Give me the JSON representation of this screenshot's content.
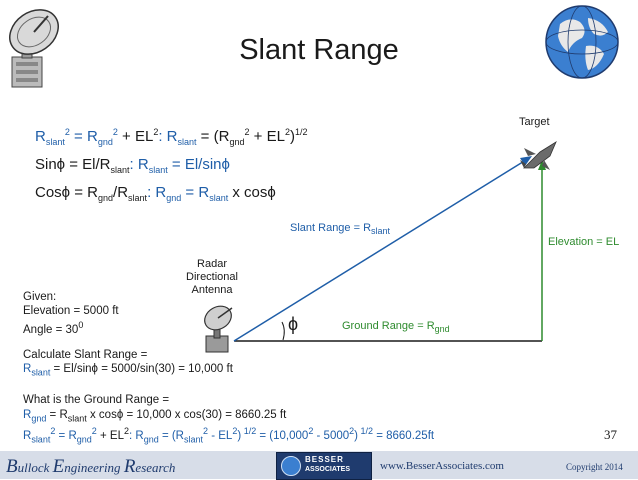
{
  "slide": {
    "title": "Slant Range",
    "page_number": "37"
  },
  "formulas": {
    "line1": {
      "a": "R",
      "a_sub": "slant",
      "a_sup": "2",
      "b": " = R",
      "b_sub": "gnd",
      "b_sup": "2",
      "c": " + EL",
      "c_sup": "2",
      "d": ":   R",
      "d_sub": "slant",
      "e": " = (R",
      "e_sub": "gnd",
      "e_sup": "2",
      "f": " + EL",
      "f_sup": "2",
      "g": ")",
      "g_sup": "1/2"
    },
    "line2": {
      "a": "Sinϕ = El/R",
      "a_sub": "slant",
      "b": ":   R",
      "b_sub": "slant",
      "c": " = El/sinϕ"
    },
    "line3": {
      "a": "Cosϕ = R",
      "a_sub": "gnd",
      "b": "/R",
      "b_sub": "slant",
      "c": ":   R",
      "c_sub": "gnd",
      "d": " = R",
      "d_sub": "slant",
      "e": " x cosϕ"
    }
  },
  "diagram": {
    "target_label": "Target",
    "slant_label": "Slant Range = R",
    "slant_label_sub": "slant",
    "elevation_label": "Elevation = EL",
    "ground_label": "Ground Range = R",
    "ground_label_sub": "gnd",
    "radar_label_1": "Radar",
    "radar_label_2": "Directional",
    "radar_label_3": "Antenna",
    "angle_symbol": "ϕ"
  },
  "notes": {
    "given": "Given:",
    "elevation": "Elevation = 5000 ft",
    "angle": "Angle = 30",
    "angle_sup": "0",
    "calc_slant": "Calculate Slant Range =",
    "slant_result_a": "R",
    "slant_result_sub": "slant",
    "slant_result_b": " = El/sinϕ = 5000/sin(30) = 10,000 ft",
    "ground_q": "What is the Ground Range =",
    "ground_result_a": "R",
    "ground_result_sub1": "gnd",
    "ground_result_b": " = R",
    "ground_result_sub2": "slant",
    "ground_result_c": " x cosϕ = 10,000 x cos(30) = 8660.25 ft",
    "last_a": "R",
    "last_sub1": "slant",
    "last_sup1": "2",
    "last_b": " = R",
    "last_sub2": "gnd",
    "last_sup2": "2",
    "last_c": " + EL",
    "last_sup3": "2",
    "last_d": ":   R",
    "last_sub3": "gnd",
    "last_e": " = (R",
    "last_sub4": "slant",
    "last_sup4": "2",
    "last_f": "  -  EL",
    "last_sup5": "2",
    "last_g": ")",
    "last_sup6": " 1/2",
    "last_h": " =  (10,000",
    "last_sup7": "2",
    "last_i": "  -  5000",
    "last_sup8": "2",
    "last_j": ")",
    "last_sup9": " 1/2",
    "last_k": " = 8660.25ft"
  },
  "footer": {
    "b": "B",
    "b_rest": "ullock ",
    "e": "E",
    "e_rest": "ngineering ",
    "r": "R",
    "r_rest": "esearch",
    "logo_line1": "BESSER",
    "logo_line2": "ASSOCIATES",
    "website": "www.BesserAssociates.com",
    "copyright": "Copyright  2014"
  },
  "colors": {
    "slant_line": "#1f5ea8",
    "elevation_line": "#2e8b2e",
    "ground_line": "#1a1a1a",
    "formula_blue": "#1f5ea8",
    "elevation_green": "#2e8b2e"
  },
  "icons": [
    "satellite-dish-icon",
    "globe-icon",
    "jet-aircraft-icon",
    "radar-antenna-icon",
    "besser-logo-icon"
  ]
}
